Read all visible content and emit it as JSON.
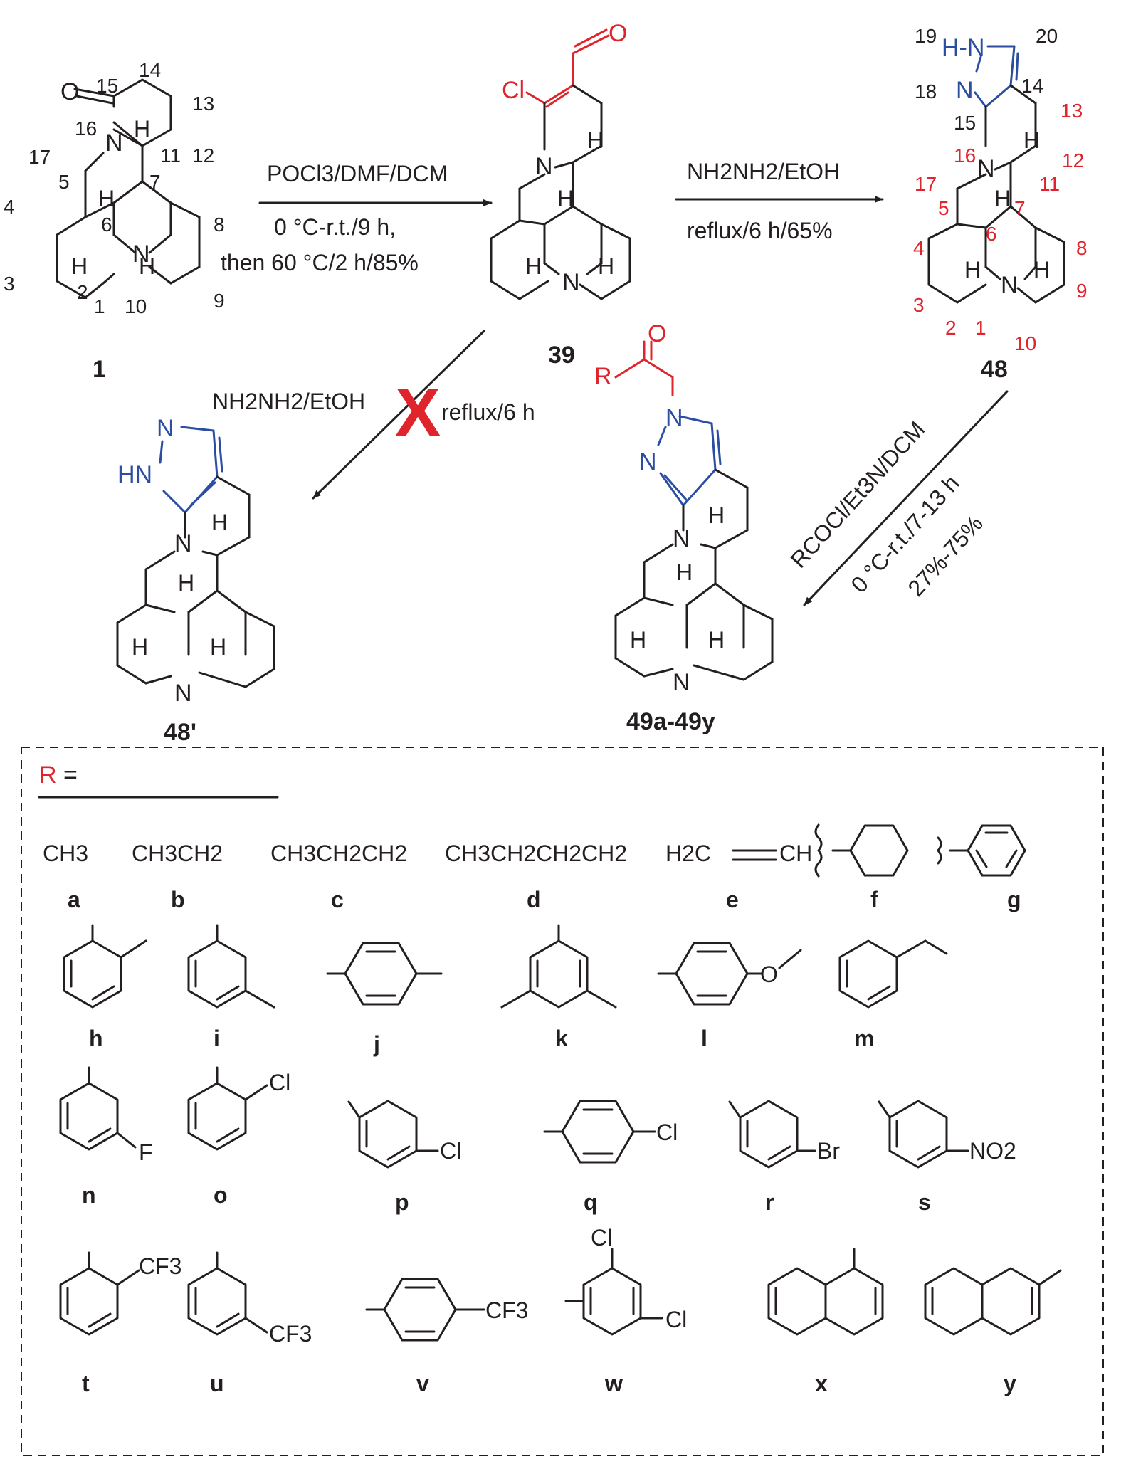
{
  "compounds": {
    "c1": "1",
    "c39": "39",
    "c48": "48",
    "c48p": "48'",
    "c49": "49a-49y"
  },
  "atoms": {
    "O": "O",
    "N": "N",
    "Cl": "Cl",
    "H": "H",
    "R": "R",
    "HN": "HN",
    "HNdash": "H-N"
  },
  "numbering": [
    "1",
    "2",
    "3",
    "4",
    "5",
    "6",
    "7",
    "8",
    "9",
    "10",
    "11",
    "12",
    "13",
    "14",
    "15",
    "16",
    "17",
    "18",
    "19",
    "20"
  ],
  "steps": {
    "s1_top": "POCl3/DMF/DCM",
    "s1_mid": "0 °C-r.t./9 h,",
    "s1_bot": "then 60 °C/2 h/85%",
    "s2_top": "NH2NH2/EtOH",
    "s2_bot": "reflux/6 h/65%",
    "s3_left": "NH2NH2/EtOH",
    "s3_right": "reflux/6 h",
    "s3_cross": "X",
    "s4_l1": "RCOCl/Et3N/DCM",
    "s4_l2": "0 °C-r.t./7-13 h",
    "s4_l3": "27%-75%"
  },
  "legend": {
    "header_R": "R",
    "header_eq": " =",
    "chains": {
      "a": "CH3",
      "b": "CH3CH2",
      "c": "CH3CH2CH2",
      "d": "CH3CH2CH2CH2",
      "e_left": "H2C",
      "e_right": "CH"
    },
    "substituents": {
      "F": "F",
      "Cl": "Cl",
      "Br": "Br",
      "NO2": "NO2",
      "CF3": "CF3",
      "Me_O": "O"
    },
    "letters": [
      "a",
      "b",
      "c",
      "d",
      "e",
      "f",
      "g",
      "h",
      "i",
      "j",
      "k",
      "l",
      "m",
      "n",
      "o",
      "p",
      "q",
      "r",
      "s",
      "t",
      "u",
      "v",
      "w",
      "x",
      "y"
    ]
  },
  "colors": {
    "text": "#231f20",
    "red": "#e0242c",
    "blue": "#2b4ea2"
  }
}
